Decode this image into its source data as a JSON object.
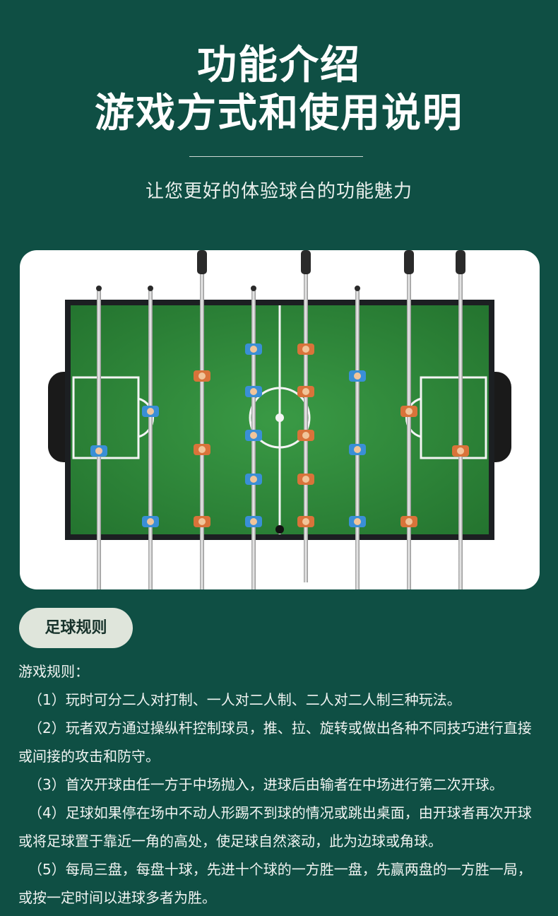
{
  "header": {
    "title_line1": "功能介绍",
    "title_line2": "游戏方式和使用说明",
    "subtitle": "让您更好的体验球台的功能魅力"
  },
  "section": {
    "badge": "足球规则",
    "heading": "游戏规则：",
    "rules": [
      "（1）玩时可分二人对打制、一人对二人制、二人对二人制三种玩法。",
      "（2）玩者双方通过操纵杆控制球员，推、拉、旋转或做出各种不同技巧进行直接或间接的攻击和防守。",
      "（3）首次开球由任一方于中场抛入，进球后由输者在中场进行第二次开球。",
      "（4）足球如果停在场中不动人形踢不到球的情况或跳出桌面，由开球者再次开球或将足球置于靠近一角的高处，使足球自然滚动，此为边球或角球。",
      "（5）每局三盘，每盘十球，先进十个球的一方胜一盘，先赢两盘的一方胜一局，或按一定时间以进球多者为胜。"
    ]
  },
  "colors": {
    "background": "#0f4f44",
    "badge_bg": "#dfe5db",
    "field_green": "#2f8a3a",
    "team_blue": "#3a8fd6",
    "team_orange": "#d9733a"
  },
  "image": {
    "subject": "foosball-table-top-view"
  }
}
